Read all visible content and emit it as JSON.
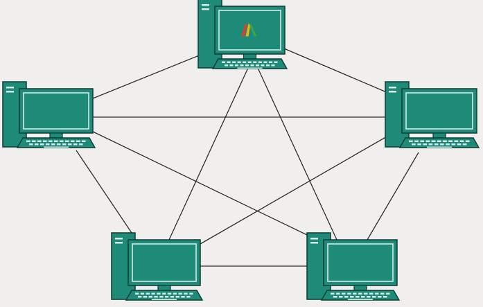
{
  "diagram": {
    "type": "full-mesh-network",
    "colors": {
      "background": "#f1efed",
      "device_fill": "#1e8a78",
      "device_outline": "#0e3b33",
      "screen_border": "#d6ece6",
      "link": "#2b2b2b"
    },
    "nodes": [
      {
        "id": "computer-top",
        "logo": true
      },
      {
        "id": "computer-left"
      },
      {
        "id": "computer-right"
      },
      {
        "id": "computer-bottom-left"
      },
      {
        "id": "computer-bottom-right"
      }
    ],
    "links": [
      [
        "computer-top",
        "computer-left"
      ],
      [
        "computer-top",
        "computer-right"
      ],
      [
        "computer-top",
        "computer-bottom-left"
      ],
      [
        "computer-top",
        "computer-bottom-right"
      ],
      [
        "computer-left",
        "computer-right"
      ],
      [
        "computer-left",
        "computer-bottom-left"
      ],
      [
        "computer-left",
        "computer-bottom-right"
      ],
      [
        "computer-right",
        "computer-bottom-left"
      ],
      [
        "computer-right",
        "computer-bottom-right"
      ],
      [
        "computer-bottom-left",
        "computer-bottom-right"
      ]
    ]
  }
}
